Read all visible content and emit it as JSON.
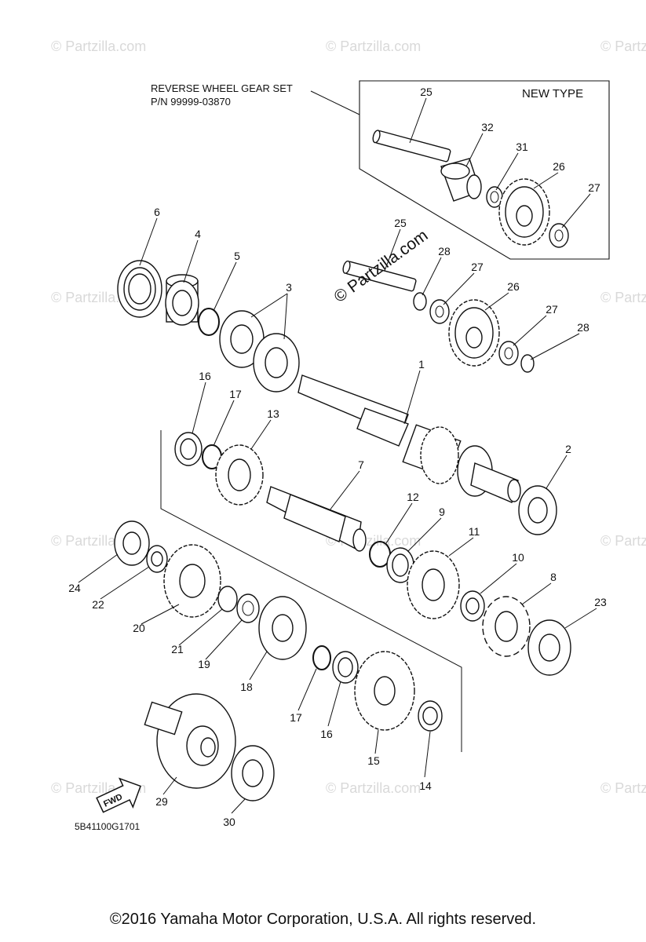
{
  "header": {
    "set_title": "REVERSE WHEEL GEAR SET",
    "set_part_number": "P/N 99999-03870",
    "inset_label": "NEW TYPE"
  },
  "watermarks": {
    "center_text": "© Partzilla.com",
    "tile_text": "© Partzilla.com"
  },
  "callouts": {
    "c25a": "25",
    "c32": "32",
    "c31": "31",
    "c26a": "26",
    "c27a": "27",
    "c6": "6",
    "c4": "4",
    "c5": "5",
    "c3": "3",
    "c25b": "25",
    "c28a": "28",
    "c27b": "27",
    "c26b": "26",
    "c27c": "27",
    "c28b": "28",
    "c1": "1",
    "c16a": "16",
    "c17a": "17",
    "c13": "13",
    "c7": "7",
    "c2": "2",
    "c12": "12",
    "c9": "9",
    "c11": "11",
    "c10": "10",
    "c8": "8",
    "c24": "24",
    "c22": "22",
    "c20": "20",
    "c21": "21",
    "c19": "19",
    "c18": "18",
    "c23": "23",
    "c17b": "17",
    "c16b": "16",
    "c15": "15",
    "c14": "14",
    "c29": "29",
    "c30": "30"
  },
  "fwd_label": "FWD",
  "diagram_code": "5B41100G1701",
  "copyright": "©2016  Yamaha Motor Corporation, U.S.A. All rights reserved."
}
